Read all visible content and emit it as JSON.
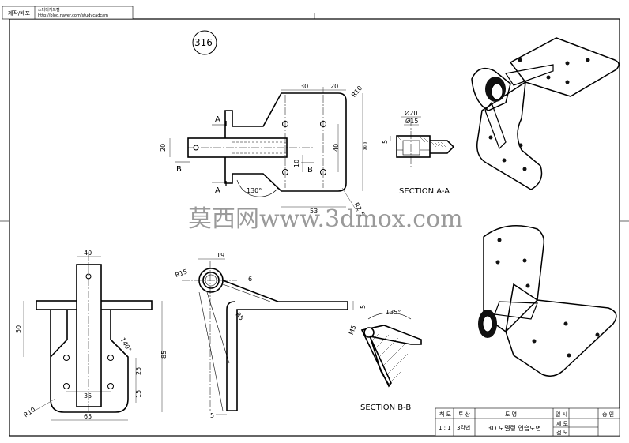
{
  "header_box": {
    "left_label": "제작/배포",
    "right_line1": "스터디캐드캠",
    "right_line2": "http://blog.naver.com/studycadcam"
  },
  "drawing_number": "316",
  "watermark": "莫西网www.3dmox.com",
  "front_view": {
    "dims": [
      "30",
      "20",
      "R10",
      "20",
      "40",
      "80",
      "10",
      "53",
      "R2.5",
      "130°"
    ],
    "markers": [
      "A",
      "A",
      "B",
      "B"
    ]
  },
  "section_aa": {
    "title": "SECTION A-A",
    "dims": [
      "Ø20",
      "Ø15",
      "5"
    ]
  },
  "top_view": {
    "dims": [
      "40",
      "50",
      "85",
      "140°",
      "25",
      "15",
      "35",
      "65",
      "R10"
    ]
  },
  "side_view": {
    "dims": [
      "19",
      "R15",
      "6",
      "R5",
      "5",
      "5"
    ]
  },
  "section_bb": {
    "title": "SECTION B-B",
    "dims": [
      "135°",
      "M5"
    ]
  },
  "title_block": {
    "headers": [
      "척 도",
      "투 상",
      "도 명",
      "일 시",
      "승 인"
    ],
    "values": [
      "1 : 1",
      "3각법",
      "3D 모델링 연습도면"
    ],
    "rows": [
      "제 도",
      "검 도"
    ]
  }
}
